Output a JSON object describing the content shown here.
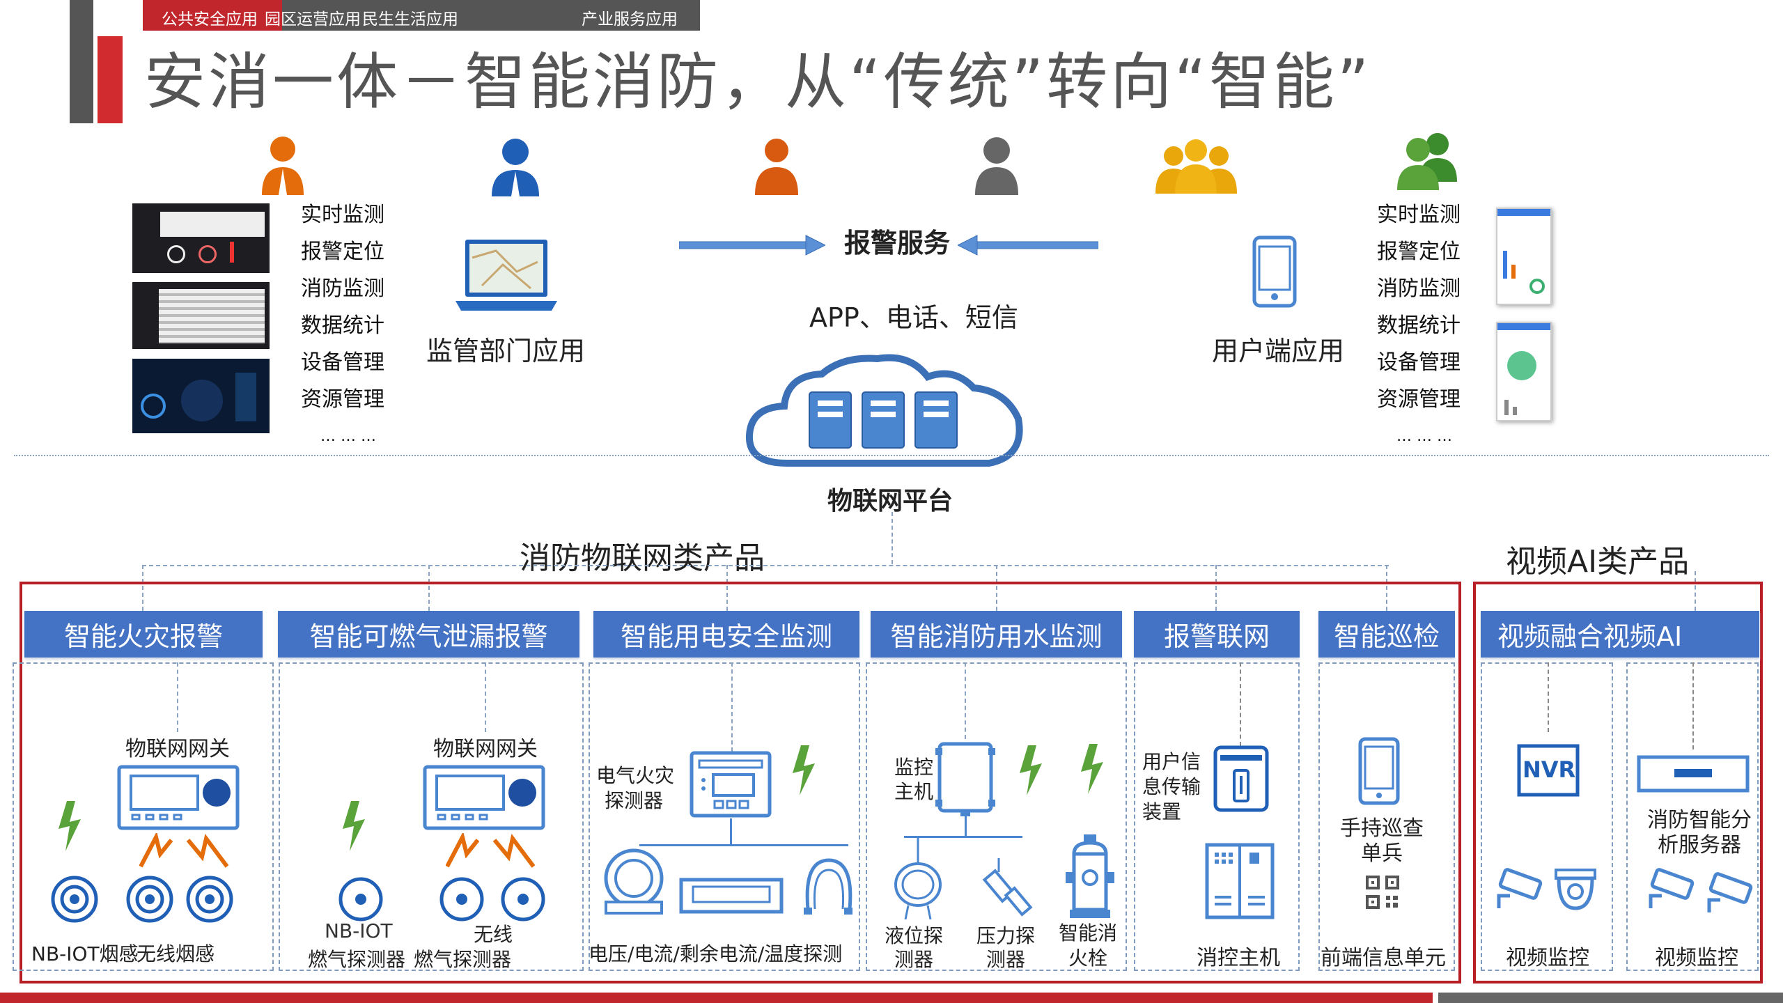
{
  "top_tabs": {
    "active": "公共安全应用",
    "t2": "园区运营应用",
    "t3": "民生生活应用",
    "t4": "产业服务应用"
  },
  "title": "安消一体－智能消防，从“传统”转向“智能”",
  "left_menu": [
    "实时监测",
    "报警定位",
    "消防监测",
    "数据统计",
    "设备管理",
    "资源管理",
    "… … …"
  ],
  "right_menu": [
    "实时监测",
    "报警定位",
    "消防监测",
    "数据统计",
    "设备管理",
    "资源管理",
    "… … …"
  ],
  "supervision_app": "监管部门应用",
  "user_app": "用户端应用",
  "alarm_service": "报警服务",
  "channels": "APP、电话、短信",
  "iot_platform": "物联网平台",
  "group_fire": "消防物联网类产品",
  "group_video": "视频AI类产品",
  "categories": [
    "智能火灾报警",
    "智能可燃气泄漏报警",
    "智能用电安全监测",
    "智能消防用水监测",
    "报警联网",
    "智能巡检",
    "视频融合视频AI"
  ],
  "labels": {
    "gw1": "物联网网关",
    "nb_smoke": "NB-IOT烟感",
    "wireless_smoke": "无线烟感",
    "gw2": "物联网网关",
    "nb_gas1": "NB-IOT",
    "nb_gas2": "燃气探测器",
    "wl_gas1": "无线",
    "wl_gas2": "燃气探测器",
    "elec1": "电气火灾",
    "elec2": "探测器",
    "elec_bottom": "电压/电流/剩余电流/温度探测",
    "monitor1": "监控",
    "monitor2": "主机",
    "level1": "液位探",
    "level2": "测器",
    "press1": "压力探",
    "press2": "测器",
    "hyd1": "智能消",
    "hyd2": "火栓",
    "trans1": "用户信",
    "trans2": "息传输",
    "trans3": "装置",
    "fire_host": "消控主机",
    "handheld1": "手持巡查",
    "handheld2": "单兵",
    "front": "前端信息单元",
    "nvr": "NVR",
    "video1": "视频监控",
    "server1": "消防智能分",
    "server2": "析服务器",
    "video2": "视频监控"
  },
  "colors": {
    "blue": "#4472c4",
    "red": "#c0262c",
    "orange": "#e46c0a",
    "green": "#5aa33a"
  }
}
